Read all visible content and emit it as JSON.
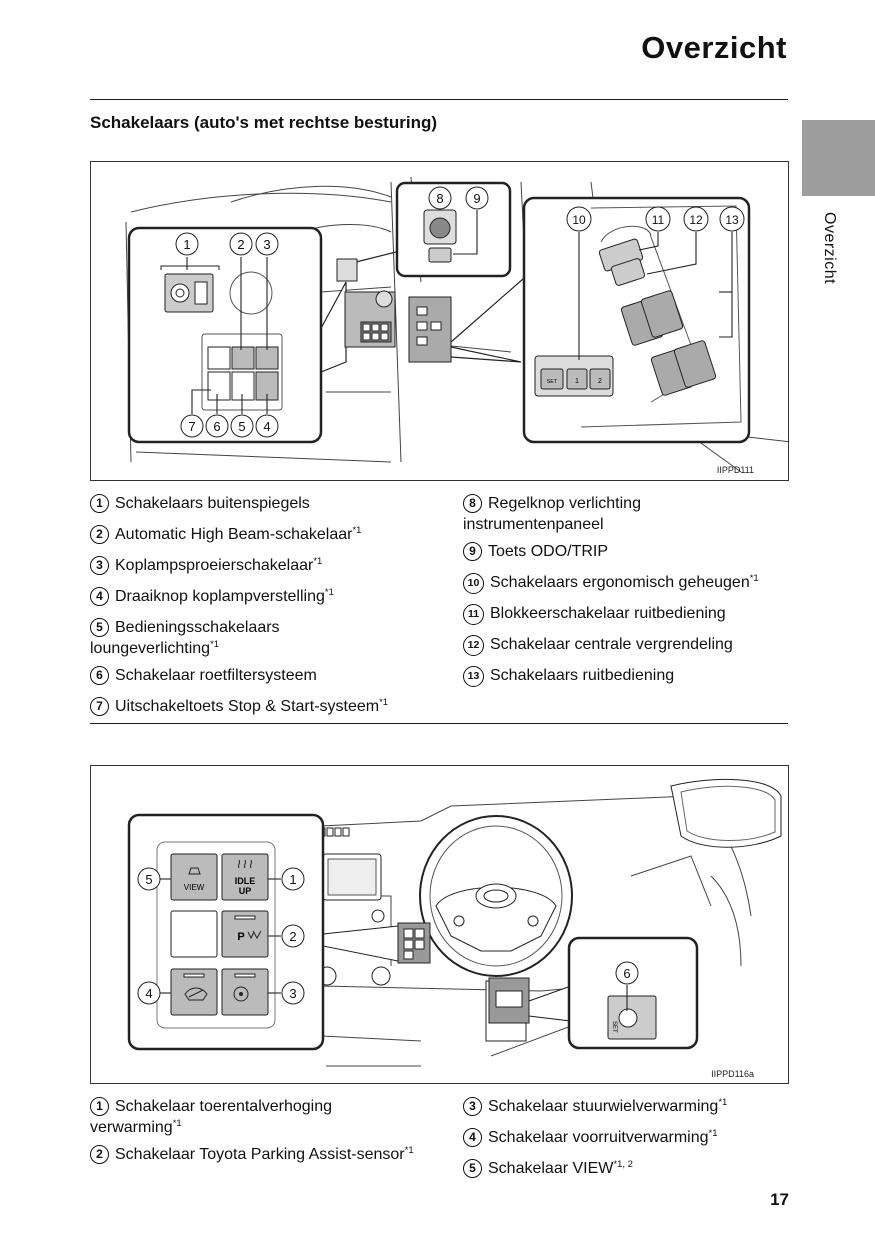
{
  "header": {
    "title": "Overzicht",
    "side_tab_label": "Overzicht",
    "page_number": "17"
  },
  "section": {
    "title": "Schakelaars (auto's met rechtse besturing)"
  },
  "figure1": {
    "id": "IIPPD111",
    "callouts": [
      "1",
      "2",
      "3",
      "4",
      "5",
      "6",
      "7",
      "8",
      "9",
      "10",
      "11",
      "12",
      "13"
    ],
    "button_labels": {
      "set": "SET",
      "m1": "1",
      "m2": "2"
    }
  },
  "figure2": {
    "id": "IIPPD116a",
    "callouts": [
      "1",
      "2",
      "3",
      "4",
      "5",
      "6"
    ],
    "button_labels": {
      "view": "VIEW",
      "idle_up_line1": "IDLE",
      "idle_up_line2": "UP",
      "set": "SET"
    }
  },
  "list1_left": [
    {
      "num": "1",
      "text": "Schakelaars buitenspiegels",
      "sup": ""
    },
    {
      "num": "2",
      "text": "Automatic High Beam-schakelaar",
      "sup": "*1"
    },
    {
      "num": "3",
      "text": "Koplampsproeierschakelaar",
      "sup": "*1"
    },
    {
      "num": "4",
      "text": "Draaiknop koplampverstelling",
      "sup": "*1"
    },
    {
      "num": "5",
      "text": "Bedieningsschakelaars",
      "cont": "loungeverlichting",
      "sup": "*1"
    },
    {
      "num": "6",
      "text": "Schakelaar roetfiltersysteem",
      "sup": ""
    },
    {
      "num": "7",
      "text": "Uitschakeltoets Stop & Start-systeem",
      "sup": "*1"
    }
  ],
  "list1_right": [
    {
      "num": "8",
      "text": "Regelknop verlichting",
      "cont": "instrumentenpaneel",
      "sup": ""
    },
    {
      "num": "9",
      "text": "Toets ODO/TRIP",
      "sup": ""
    },
    {
      "num": "10",
      "text": "Schakelaars ergonomisch geheugen",
      "sup": "*1"
    },
    {
      "num": "11",
      "text": "Blokkeerschakelaar ruitbediening",
      "sup": ""
    },
    {
      "num": "12",
      "text": "Schakelaar centrale vergrendeling",
      "sup": ""
    },
    {
      "num": "13",
      "text": "Schakelaars ruitbediening",
      "sup": ""
    }
  ],
  "list2_left": [
    {
      "num": "1",
      "text": "Schakelaar toerentalverhoging",
      "cont": "verwarming",
      "sup": "*1"
    },
    {
      "num": "2",
      "text": "Schakelaar Toyota Parking Assist-sensor",
      "sup": "*1"
    }
  ],
  "list2_right": [
    {
      "num": "3",
      "text": "Schakelaar stuurwielverwarming",
      "sup": "*1"
    },
    {
      "num": "4",
      "text": "Schakelaar voorruitverwarming",
      "sup": "*1"
    },
    {
      "num": "5",
      "text": "Schakelaar VIEW",
      "sup": "*1, 2"
    }
  ]
}
